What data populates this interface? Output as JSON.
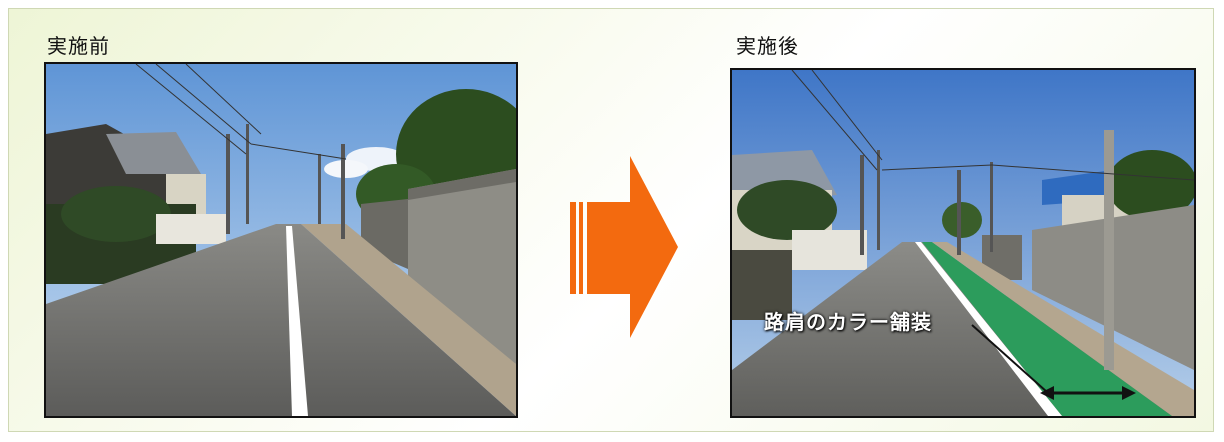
{
  "before": {
    "caption": "実施前"
  },
  "after": {
    "caption": "実施後",
    "annotation": "路肩のカラー舗装"
  },
  "colors": {
    "arrow": "#f36a0f",
    "green_lane": "#2c9c5c",
    "panel_background": "#eef5d6"
  },
  "icons": [
    "right-arrow-icon",
    "double-arrow-icon"
  ]
}
